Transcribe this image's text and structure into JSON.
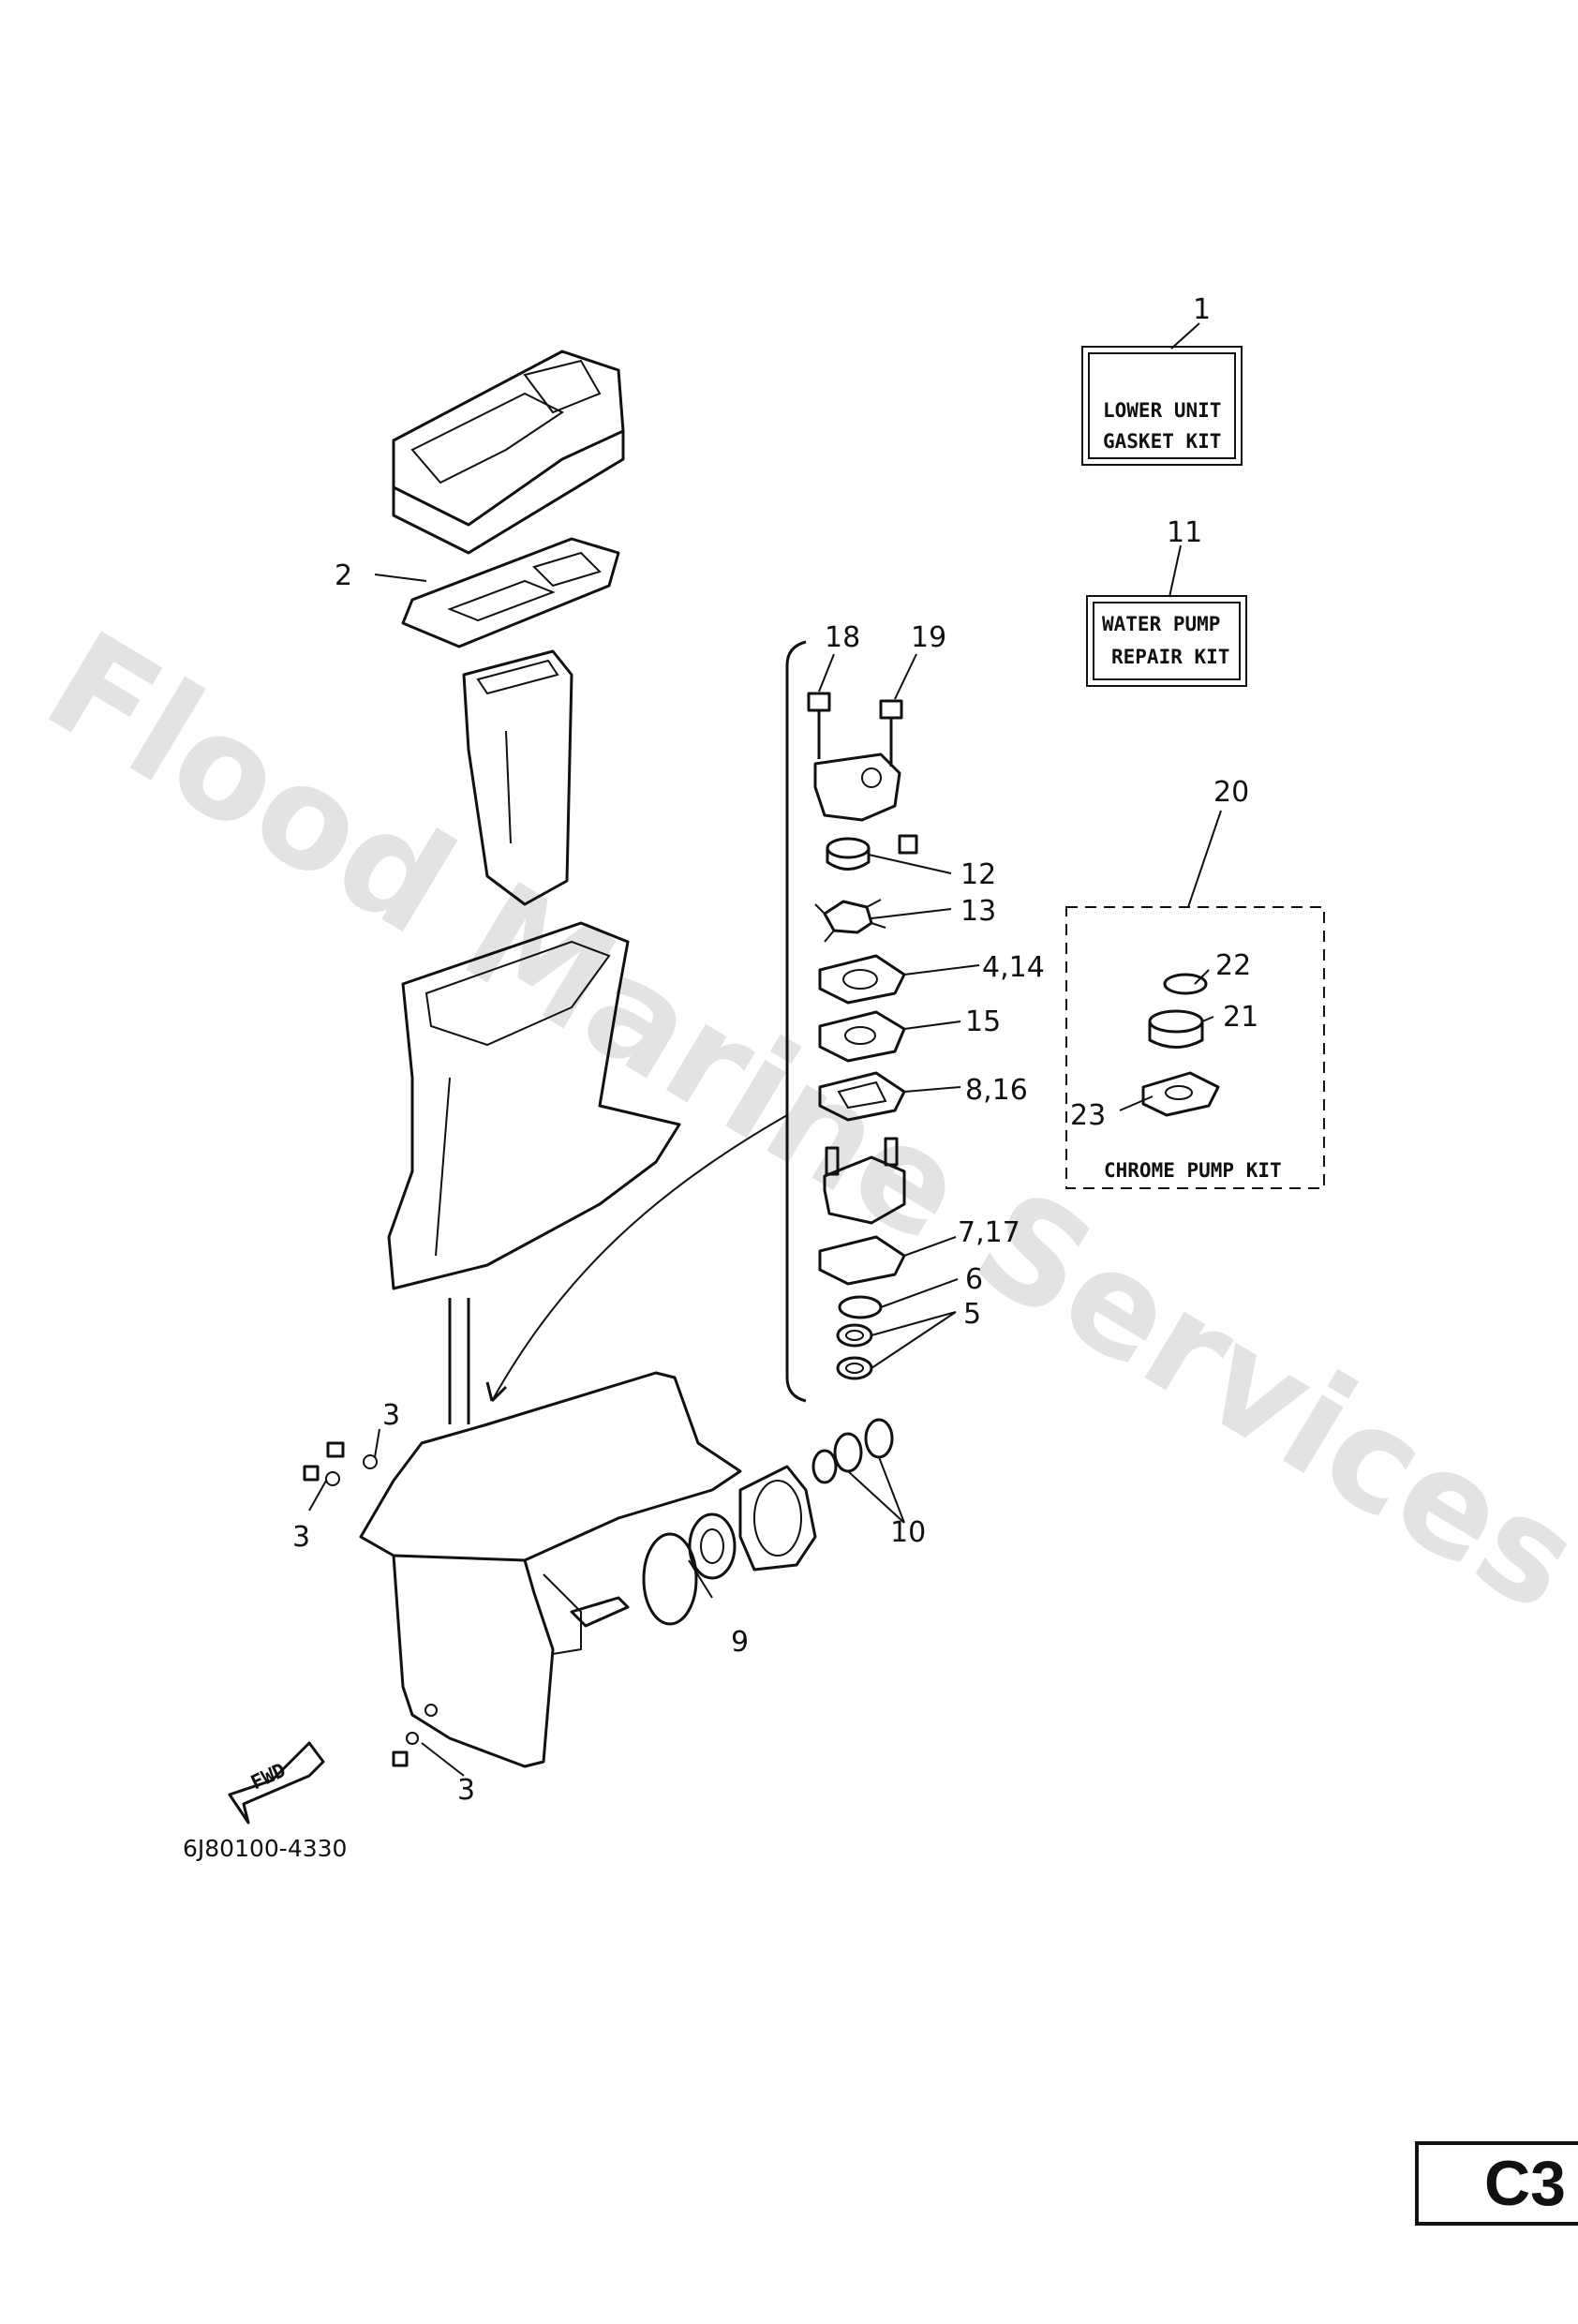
{
  "watermark": "Flood Marine Services",
  "drawing_code": "6J80100-4330",
  "page_badge": "C3",
  "kit_boxes": {
    "lower_unit_gasket_kit": {
      "line1": "LOWER UNIT",
      "line2": "GASKET KIT"
    },
    "water_pump_repair_kit": {
      "line1": "WATER PUMP",
      "line2": "REPAIR KIT"
    },
    "chrome_pump_kit": "CHROME PUMP KIT"
  },
  "fwd_label": "FWD",
  "callouts": {
    "c1": "1",
    "c2": "2",
    "c3a": "3",
    "c3b": "3",
    "c3c": "3",
    "c4_14": "4,14",
    "c5": "5",
    "c6": "6",
    "c7_17": "7,17",
    "c8_16": "8,16",
    "c9": "9",
    "c10": "10",
    "c11": "11",
    "c12": "12",
    "c13": "13",
    "c15": "15",
    "c18": "18",
    "c19": "19",
    "c20": "20",
    "c21": "21",
    "c22": "22",
    "c23": "23"
  }
}
